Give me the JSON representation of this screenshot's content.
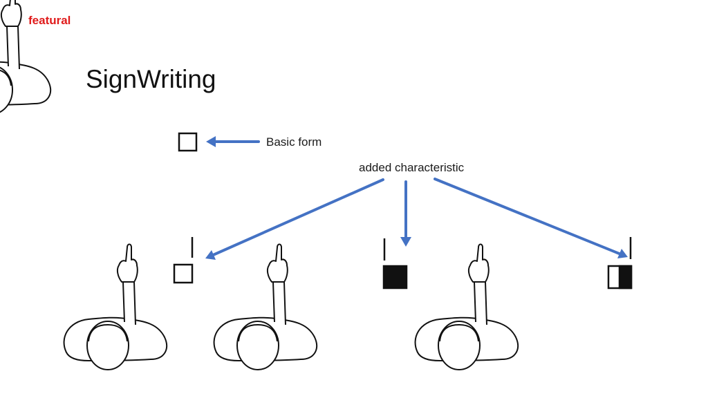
{
  "slide": {
    "tag": "featural",
    "title": "SignWriting",
    "label_basic": "Basic form",
    "label_added": "added characteristic"
  },
  "colors": {
    "tag": "#e01b1b",
    "arrow": "#4472c4",
    "ink": "#111111"
  },
  "icons": {
    "basic_symbol": "hollow-square-icon",
    "variant_1": "hollow-square-with-bar-icon",
    "variant_2": "filled-square-with-bar-icon",
    "variant_3": "half-filled-square-with-bar-icon",
    "figures": "person-pointing-up-icon"
  }
}
